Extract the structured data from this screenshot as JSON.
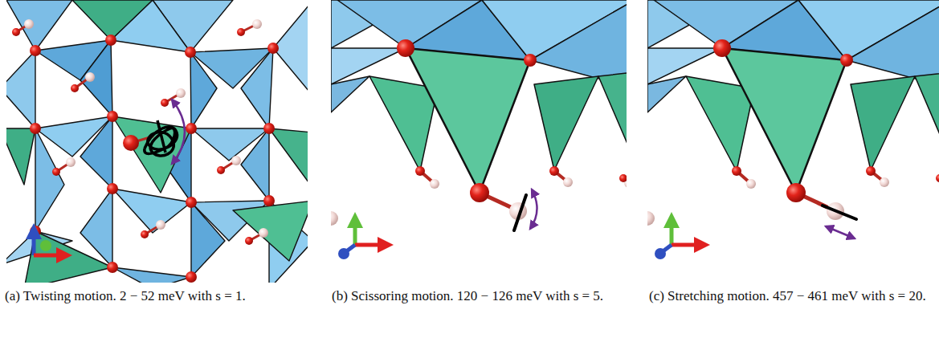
{
  "diagram": {
    "labels": [
      "(a) Twisting motion. 2 − 52 meV with s = 1.",
      "(b) Scissoring motion. 120 − 126 meV with s = 5.",
      "(c) Stretching motion. 457 − 461 meV with s = 20."
    ]
  }
}
